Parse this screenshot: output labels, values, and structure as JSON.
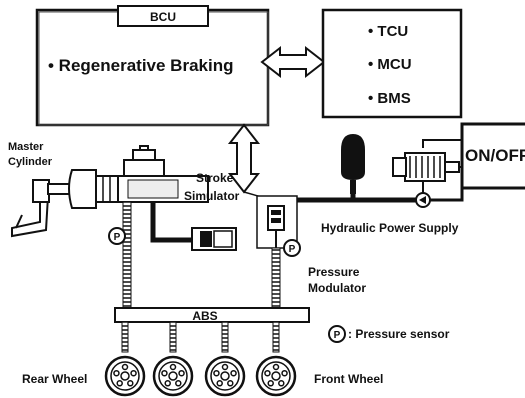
{
  "bcu": {
    "title": "BCU",
    "item": "• Regenerative Braking"
  },
  "controllers": {
    "items": [
      "• TCU",
      "• MCU",
      "• BMS"
    ]
  },
  "switch": {
    "label": "ON/OFF"
  },
  "labels": {
    "master_cylinder_line1": "Master",
    "master_cylinder_line2": "Cylinder",
    "stroke_simulator_line1": "Stroke",
    "stroke_simulator_line2": "Simulator",
    "hydraulic_power_supply": "Hydraulic Power Supply",
    "pressure_modulator_line1": "Pressure",
    "pressure_modulator_line2": "Modulator",
    "abs": "ABS",
    "pressure_sensor_symbol": "P",
    "pressure_sensor_legend": ": Pressure sensor",
    "rear_wheel": "Rear Wheel",
    "front_wheel": "Front Wheel"
  },
  "icons": {
    "wheel": "wheel-icon",
    "sensor": "pressure-sensor-icon",
    "motor": "motor-pump-icon",
    "accumulator": "accumulator-icon"
  }
}
